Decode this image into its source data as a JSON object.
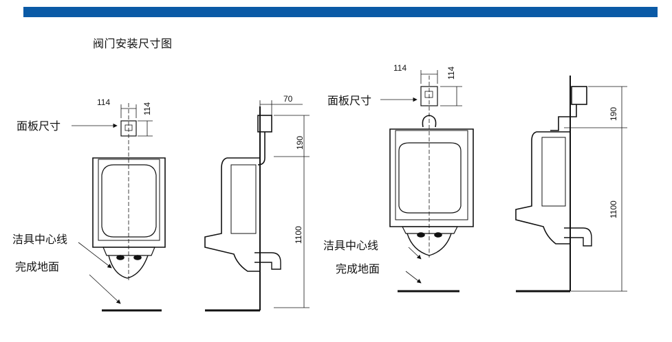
{
  "theme": {
    "top_bar_color": "#0a5aa6"
  },
  "heading": "阀门安装尺寸图",
  "labels": {
    "panel_size": "面板尺寸",
    "fixture_centerline": "洁具中心线",
    "finished_floor": "完成地面"
  },
  "dimensions": {
    "panel_width": "114",
    "panel_height": "114",
    "valve_offset": "70",
    "valve_height": "190",
    "mount_height": "1100"
  }
}
